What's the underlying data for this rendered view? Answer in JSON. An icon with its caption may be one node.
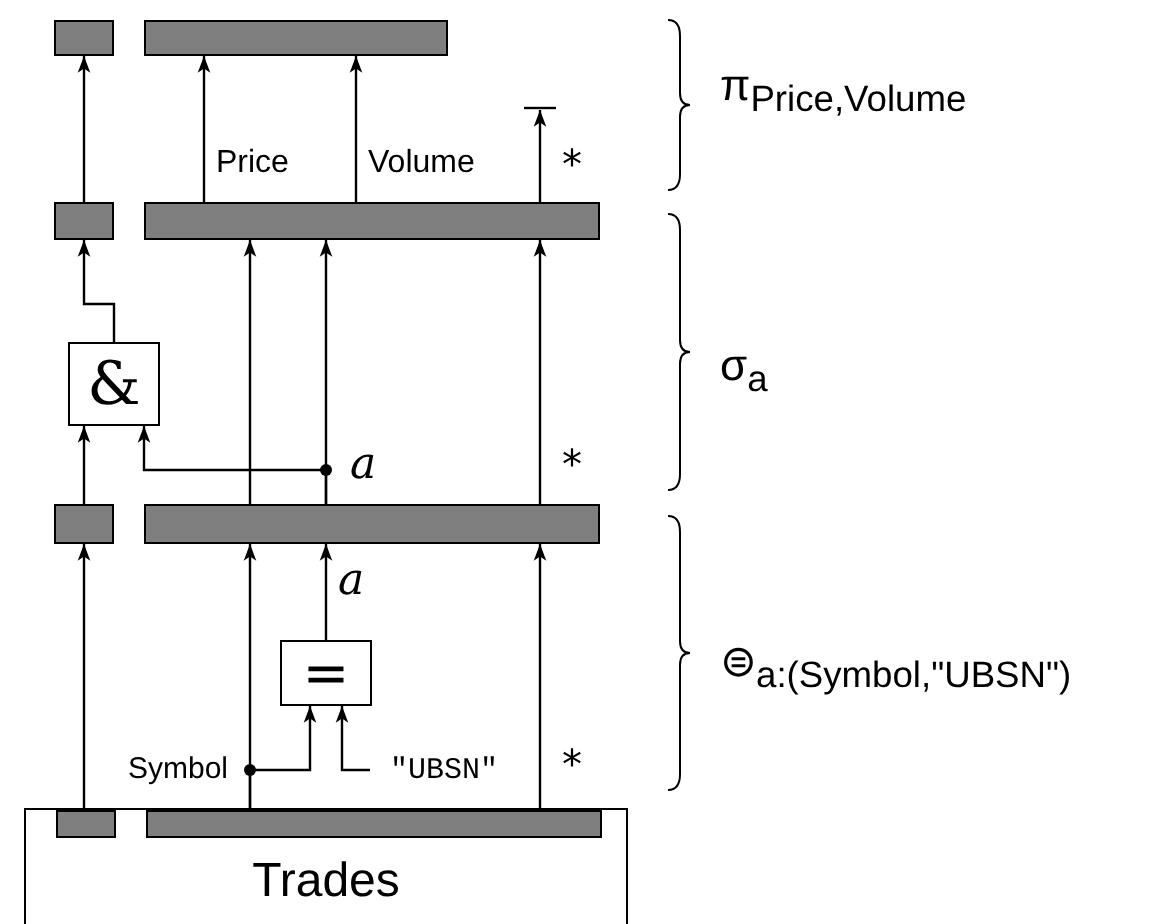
{
  "diagram": {
    "nodes": [
      {
        "text": [],
        "shape": "bar"
      },
      {
        "text": [],
        "shape": "bar"
      },
      {
        "text": [],
        "shape": "bar"
      },
      {
        "text": [],
        "shape": "bar"
      },
      {
        "text": [
          "&"
        ]
      },
      {
        "text": [],
        "shape": "bar"
      },
      {
        "text": [],
        "shape": "bar"
      },
      {
        "text": [
          "="
        ]
      },
      {
        "text": [
          "\"UBSN\""
        ]
      },
      {
        "text": [
          "Trades"
        ]
      },
      {
        "text": [],
        "shape": "bar",
        "in": 9
      },
      {
        "text": [],
        "shape": "bar",
        "in": 9
      }
    ],
    "edges": [
      {
        "from": 10,
        "to": 5,
        "arrow": "to"
      },
      {
        "from": 11,
        "to": 6,
        "arrow": "to",
        "label": "Symbol"
      },
      {
        "from": 11,
        "to": 7,
        "arrow": "to"
      },
      {
        "from": 8,
        "to": 7,
        "arrow": "to"
      },
      {
        "from": 7,
        "to": 6,
        "arrow": "to",
        "label": "a"
      },
      {
        "from": 11,
        "to": 6,
        "arrow": "to",
        "label": "*"
      },
      {
        "from": 5,
        "to": 4,
        "arrow": "to"
      },
      {
        "from": 6,
        "to": 3,
        "arrow": "to"
      },
      {
        "from": 6,
        "to": 3,
        "arrow": "to"
      },
      {
        "from": 6,
        "to": 4,
        "arrow": "to",
        "label": "a"
      },
      {
        "from": 6,
        "to": 3,
        "arrow": "to",
        "label": "*"
      },
      {
        "from": 4,
        "to": 2,
        "arrow": "to"
      },
      {
        "from": 2,
        "to": 0,
        "arrow": "to"
      },
      {
        "from": 3,
        "to": 1,
        "arrow": "to",
        "label": "Price"
      },
      {
        "from": 3,
        "to": 1,
        "arrow": "to",
        "label": "Volume"
      },
      {
        "from": 3,
        "to": null,
        "arrow": "to",
        "label": "*"
      }
    ],
    "labels": [
      "π$_{Price,Volume}$",
      "σ$_{a}$",
      "⊜$_{a:(Symbol,\"UBSN\")}$"
    ]
  }
}
